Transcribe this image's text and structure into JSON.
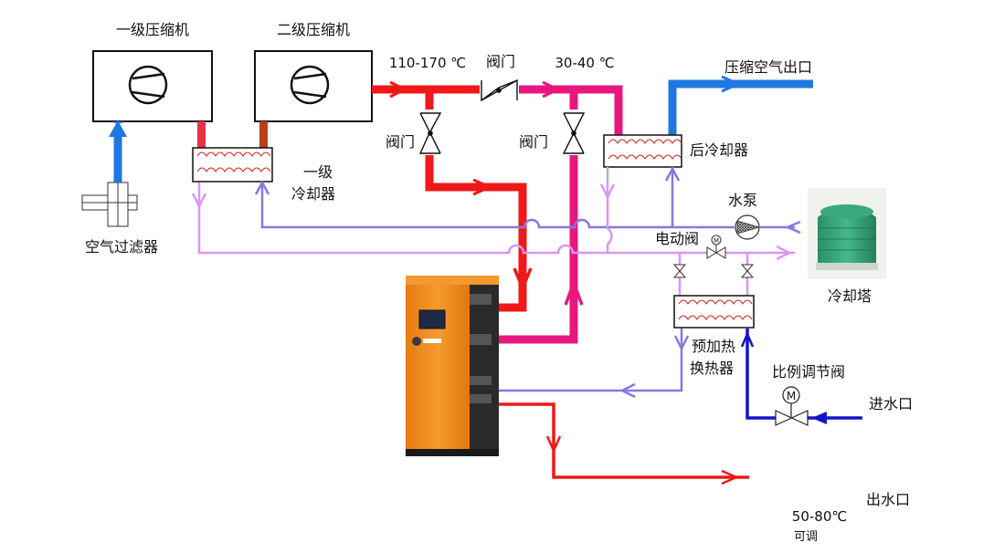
{
  "labels": {
    "compressor1": "一级压缩机",
    "compressor2": "二级压缩机",
    "temp_hot": "110-170 ℃",
    "valve_top": "阀门",
    "temp_warm": "30-40 ℃",
    "air_outlet": "压缩空气出口",
    "valve_left": "阀门",
    "valve_mid": "阀门",
    "aftercooler": "后冷却器",
    "cooler1_line1": "一级",
    "cooler1_line2": "冷却器",
    "water_pump": "水泵",
    "motor_valve": "电动阀",
    "air_filter": "空气过滤器",
    "cooling_tower": "冷却塔",
    "preheat_line1": "预加热",
    "preheat_line2": "换热器",
    "prop_valve": "比例调节阀",
    "water_inlet": "进水口",
    "water_outlet": "出水口",
    "temp_out": "50-80℃",
    "adjustable": "可调",
    "motor_symbol": "M",
    "motor_symbol_small": "M"
  },
  "colors": {
    "hot_pipe": "#f01818",
    "warm_pipe": "#e8177f",
    "air_pipe": "#1f78e0",
    "supply_pipe": "#8a76e0",
    "return_pipe": "#d896f2",
    "inlet_pipe": "#1515c8",
    "machine_orange": "#f28a1d",
    "tower_green": "#2c9a73"
  },
  "icons": {
    "compressor": "compressor-icon",
    "valve": "check-valve-icon",
    "pump": "water-pump-icon",
    "motor_valve": "motorized-valve-icon",
    "heat_exchanger": "heat-exchanger-icon"
  }
}
